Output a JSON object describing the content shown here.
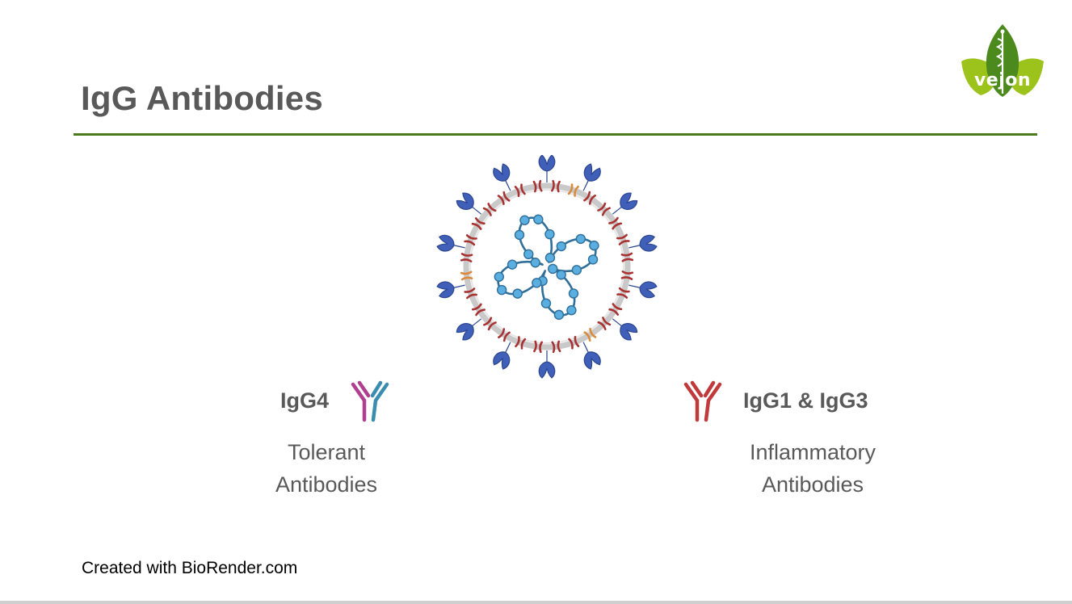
{
  "slide": {
    "title": "IgG Antibodies",
    "logo_text": "vejon",
    "credit": "Created with BioRender.com"
  },
  "left_group": {
    "name": "IgG4",
    "description_line1": "Tolerant",
    "description_line2": "Antibodies",
    "icon": "antibody-icon"
  },
  "right_group": {
    "name": "IgG1 & IgG3",
    "description_line1": "Inflammatory",
    "description_line2": "Antibodies",
    "icon": "antibody-icon"
  },
  "colors": {
    "title_text": "#595959",
    "title_rule": "#4a7a1c",
    "logo_green_dark": "#4c8a1e",
    "logo_green_light": "#9cc21c",
    "spike_blue": "#3f5fb8",
    "membrane_gray": "#c9c9c9",
    "membrane_protein_red": "#a83232",
    "membrane_protein_orange": "#d98a3a",
    "rna_strand": "#2f6f99",
    "rna_bead": "#5aafe0",
    "igg4_magenta": "#b0408f",
    "igg4_teal": "#3b8db0",
    "igg1_red": "#c0393b"
  }
}
